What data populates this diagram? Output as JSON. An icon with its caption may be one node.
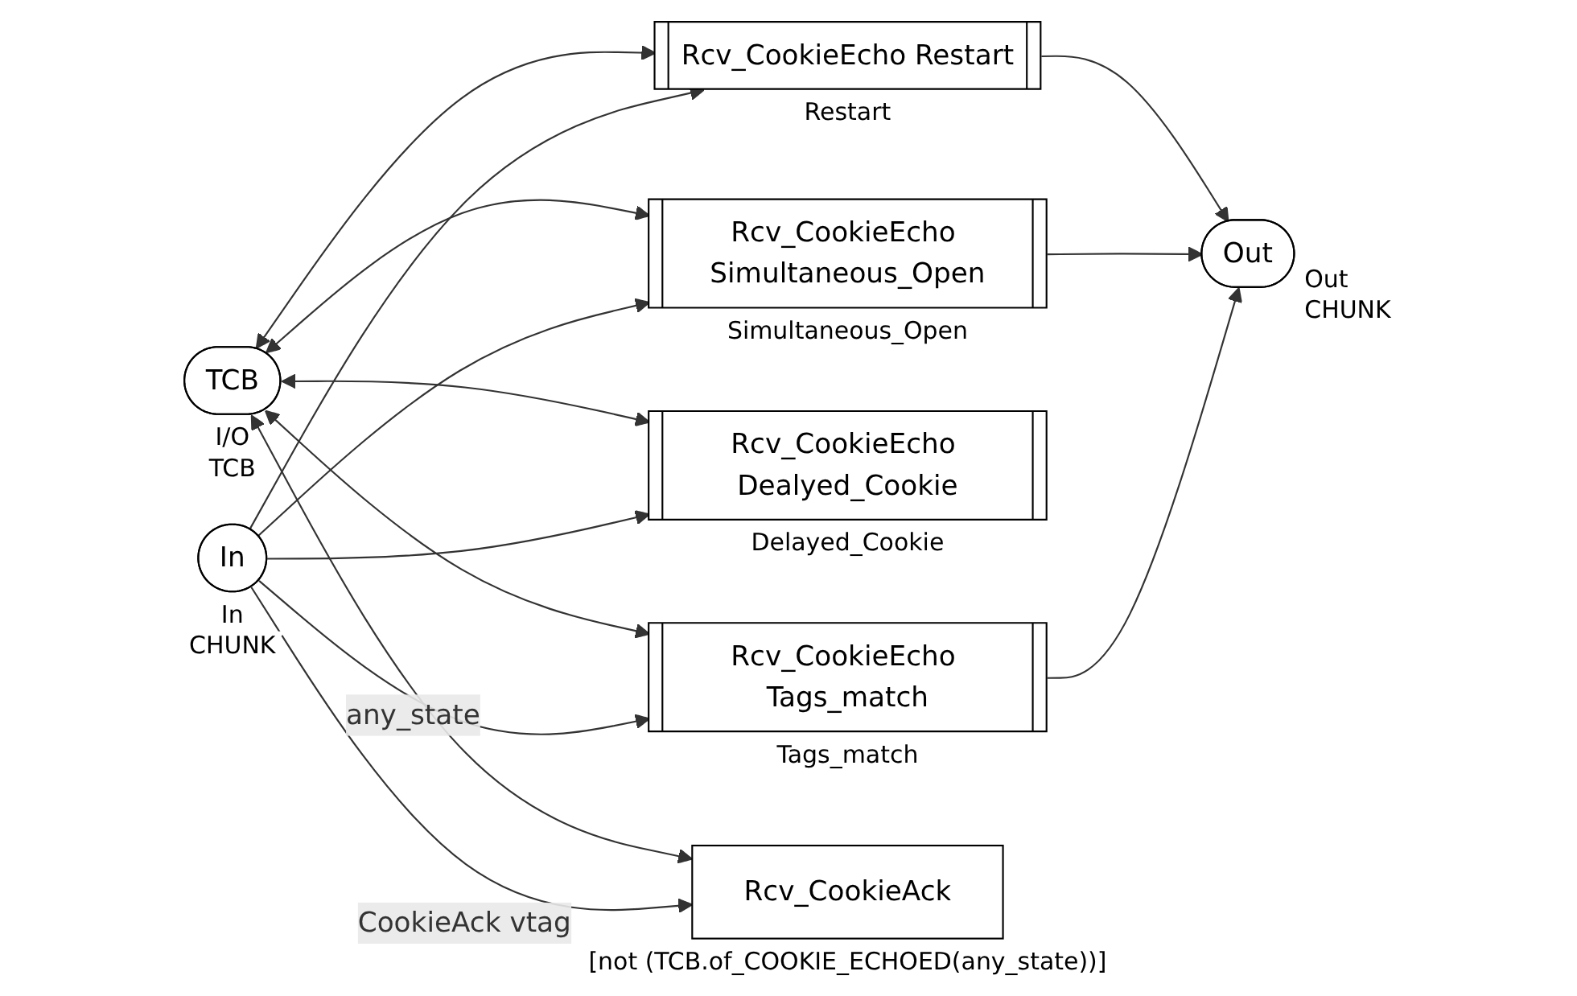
{
  "diagram": {
    "nodes": [
      {
        "text": [
          "TCB"
        ],
        "beside": [
          "I/O",
          "TCB"
        ]
      },
      {
        "text": [
          "Rcv_CookieEcho Restart"
        ],
        "beside": [
          "Restart"
        ]
      },
      {
        "text": [
          "Rcv_CookieEcho Simultaneous_Open"
        ],
        "beside": [
          "Simultaneous_Open"
        ]
      },
      {
        "text": [
          "Rcv_CookieEcho Dealyed_Cookie"
        ],
        "beside": [
          "Delayed_Cookie"
        ]
      },
      {
        "text": [
          "Rcv_CookieEcho Tags_match"
        ],
        "beside": [
          "Tags_match"
        ]
      },
      {
        "text": [
          "Rcv_CookieAck"
        ],
        "beside": [
          "[not (TCB.of_COOKIE_ECHOED(any_state))]"
        ]
      },
      {
        "text": [
          "Out"
        ],
        "beside": [
          "Out",
          "CHUNK"
        ]
      },
      {
        "text": [
          "In"
        ],
        "beside": [
          "In",
          "CHUNK"
        ]
      }
    ],
    "edges": [
      {
        "from": 0,
        "to": 1,
        "arrow": "both"
      },
      {
        "from": 0,
        "to": 2,
        "arrow": "both"
      },
      {
        "from": 0,
        "to": 3,
        "arrow": "both"
      },
      {
        "from": 0,
        "to": 4,
        "arrow": "both"
      },
      {
        "from": 0,
        "to": 5,
        "arrow": "both",
        "label": "any_state"
      },
      {
        "from": 1,
        "to": 6,
        "arrow": "to"
      },
      {
        "from": 2,
        "to": 6,
        "arrow": "to"
      },
      {
        "from": 4,
        "to": 6,
        "arrow": "to"
      },
      {
        "from": 7,
        "to": 1,
        "arrow": "to"
      },
      {
        "from": 7,
        "to": 2,
        "arrow": "to"
      },
      {
        "from": 7,
        "to": 3,
        "arrow": "to"
      },
      {
        "from": 7,
        "to": 4,
        "arrow": "to"
      },
      {
        "from": 7,
        "to": 5,
        "arrow": "to",
        "label": "CookieAck vtag"
      }
    ]
  }
}
